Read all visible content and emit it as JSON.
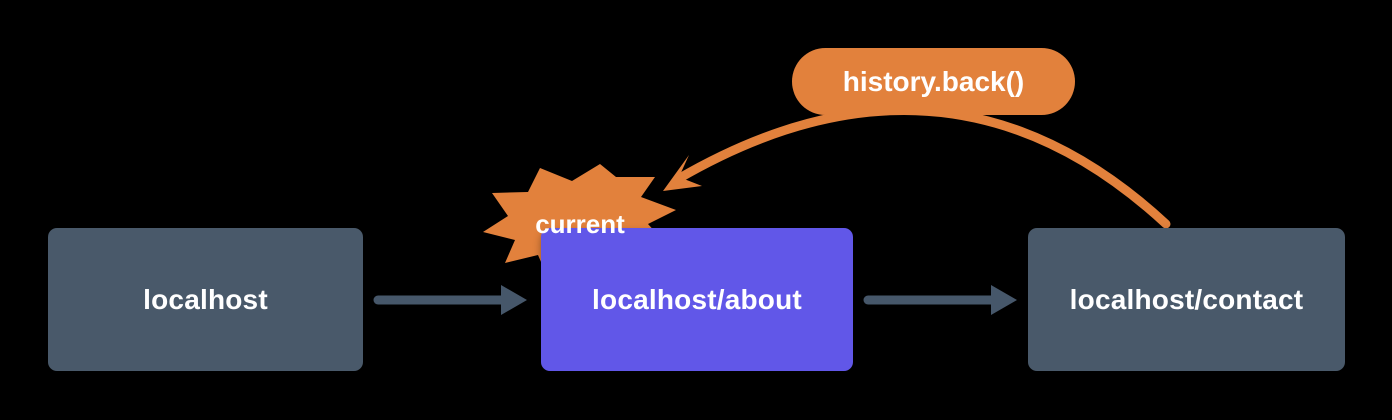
{
  "diagram": {
    "nodes": [
      {
        "label": "localhost",
        "kind": "history-entry"
      },
      {
        "label": "localhost/about",
        "kind": "history-entry-current"
      },
      {
        "label": "localhost/contact",
        "kind": "history-entry"
      }
    ],
    "badge": {
      "label": "current"
    },
    "action": {
      "label": "history.back()"
    },
    "colors": {
      "background": "#000000",
      "node": "#49596A",
      "node_current": "#6157E8",
      "arrow": "#46576A",
      "accent_orange": "#E2813C",
      "text": "#FFFFFF"
    }
  }
}
